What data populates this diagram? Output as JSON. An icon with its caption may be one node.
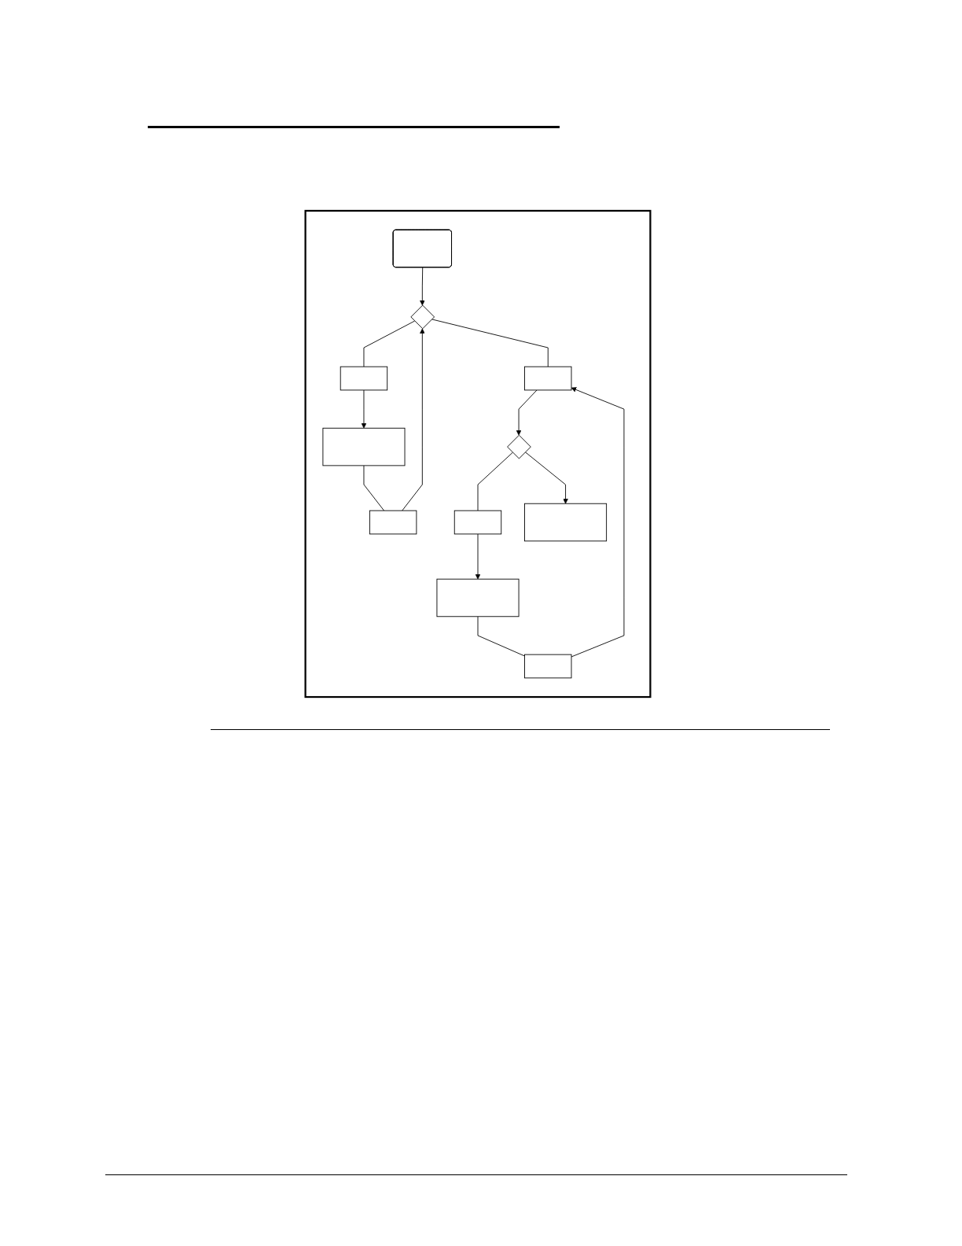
{
  "diagram": {
    "nodes": [
      {
        "text": [],
        "shape": "box"
      },
      {
        "text": [],
        "shape": "box",
        "in": 0
      },
      {
        "text": [],
        "shape": "box",
        "in": 0
      },
      {
        "text": [],
        "shape": "diamond",
        "in": 0
      },
      {
        "text": [],
        "shape": "box",
        "in": 0
      },
      {
        "text": [],
        "shape": "box",
        "in": 0
      },
      {
        "text": [],
        "shape": "box",
        "in": 0
      },
      {
        "text": [],
        "shape": "box",
        "in": 0
      },
      {
        "text": [],
        "shape": "diamond",
        "in": 0
      },
      {
        "text": [],
        "shape": "box",
        "in": 0
      },
      {
        "text": [],
        "shape": "box",
        "in": 0
      },
      {
        "text": [],
        "shape": "box",
        "in": 0
      }
    ],
    "edges": [
      {
        "from": 1,
        "to": 3,
        "arrow": "to"
      },
      {
        "from": 5,
        "to": 2,
        "arrow": "none"
      },
      {
        "from": 2,
        "to": 3,
        "arrow": "to"
      },
      {
        "from": 3,
        "to": 4,
        "arrow": "none"
      },
      {
        "from": 4,
        "to": 5,
        "arrow": "to"
      },
      {
        "from": 3,
        "to": 6,
        "arrow": "none"
      },
      {
        "from": 10,
        "to": 7,
        "arrow": "none"
      },
      {
        "from": 7,
        "to": 6,
        "arrow": "to"
      },
      {
        "from": 6,
        "to": 8,
        "arrow": "to"
      },
      {
        "from": 8,
        "to": 9,
        "arrow": "none"
      },
      {
        "from": 9,
        "to": 10,
        "arrow": "to"
      },
      {
        "from": 8,
        "to": 11,
        "arrow": "to"
      }
    ]
  }
}
